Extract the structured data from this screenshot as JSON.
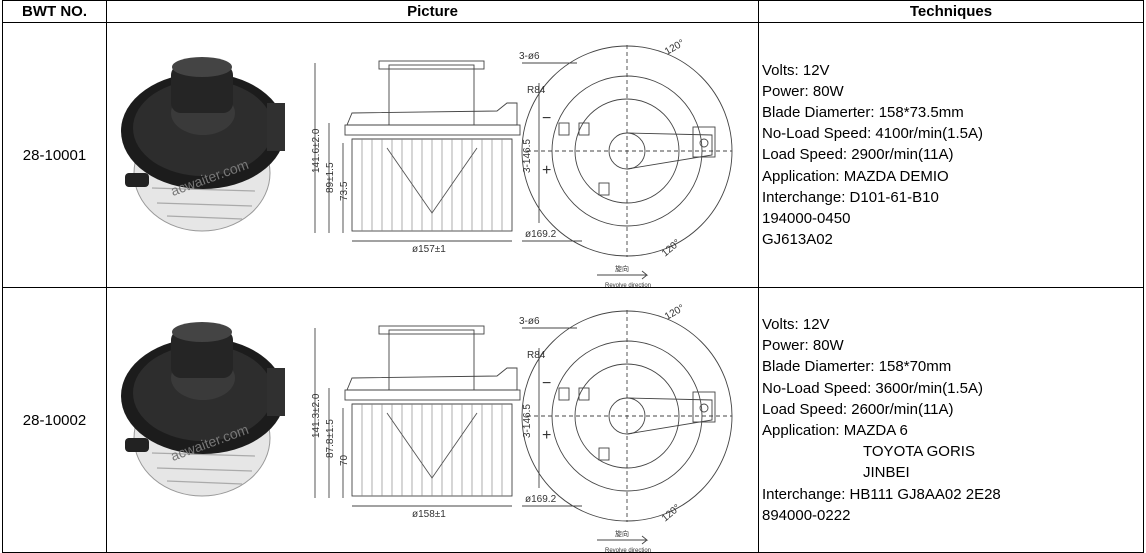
{
  "headers": {
    "bwt_no": "BWT NO.",
    "picture": "Picture",
    "techniques": "Techniques"
  },
  "rows": [
    {
      "bwt_no": "28-10001",
      "photo_watermark": "acwaiter.com",
      "drawing_labels": {
        "holes": "3-ø6",
        "radius": "R84",
        "angle_top": "120°",
        "angle_bottom": "120°",
        "bolt_circle": "3-146.5",
        "height_total": "141.6±2.0",
        "height_mid": "89±1.5",
        "height_low": "73.5",
        "diameter": "ø157±1",
        "circle_dia": "ø169.2",
        "minus": "−",
        "plus": "+",
        "rotation_cn": "旋向",
        "rotation_en": "Revolve direction"
      },
      "specs": [
        {
          "text": "Volts: 12V",
          "indent": false
        },
        {
          "text": "Power: 80W",
          "indent": false
        },
        {
          "text": "Blade Diamerter: 158*73.5mm",
          "indent": false
        },
        {
          "text": "No-Load Speed: 4100r/min(1.5A)",
          "indent": false
        },
        {
          "text": "Load Speed: 2900r/min(11A)",
          "indent": false
        },
        {
          "text": "Application: MAZDA DEMIO",
          "indent": false
        },
        {
          "text": "Interchange: D101-61-B10",
          "indent": false
        },
        {
          "text": "194000-0450",
          "indent": false
        },
        {
          "text": "GJ613A02",
          "indent": false
        }
      ]
    },
    {
      "bwt_no": "28-10002",
      "photo_watermark": "acwaiter.com",
      "drawing_labels": {
        "holes": "3-ø6",
        "radius": "R84",
        "angle_top": "120°",
        "angle_bottom": "120°",
        "bolt_circle": "3-146.5",
        "height_total": "141.3±2.0",
        "height_mid": "87.8±1.5",
        "height_low": "70",
        "diameter": "ø158±1",
        "circle_dia": "ø169.2",
        "minus": "−",
        "plus": "+",
        "rotation_cn": "旋向",
        "rotation_en": "Revolve direction"
      },
      "specs": [
        {
          "text": "Volts: 12V",
          "indent": false
        },
        {
          "text": "Power: 80W",
          "indent": false
        },
        {
          "text": "Blade Diamerter: 158*70mm",
          "indent": false
        },
        {
          "text": "No-Load Speed: 3600r/min(1.5A)",
          "indent": false
        },
        {
          "text": "Load Speed: 2600r/min(11A)",
          "indent": false
        },
        {
          "text": "Application: MAZDA 6",
          "indent": false
        },
        {
          "text": "TOYOTA GORIS",
          "indent": true
        },
        {
          "text": "JINBEI",
          "indent": true
        },
        {
          "text": "Interchange: HB111 GJ8AA02 2E28",
          "indent": false
        },
        {
          "text": "894000-0222",
          "indent": false
        }
      ]
    }
  ]
}
